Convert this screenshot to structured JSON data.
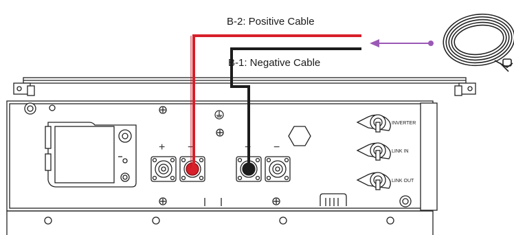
{
  "labels": {
    "positive_cable": "B-2: Positive Cable",
    "negative_cable": "B-1: Negative Cable"
  },
  "ports": {
    "inverter": "INVERTER",
    "link_in": "LINK IN",
    "link_out": "LINK OUT"
  },
  "symbols": {
    "plus_left": "+",
    "minus_left": "−",
    "minus_mid": "−",
    "minus_right": "−"
  },
  "colors": {
    "positive": "#d7202a",
    "negative": "#1c1c1c",
    "arrow": "#9b59b6",
    "outline": "#222222"
  },
  "icons": [
    "cable-coil-icon",
    "ground-icon",
    "arrow-left-icon"
  ]
}
